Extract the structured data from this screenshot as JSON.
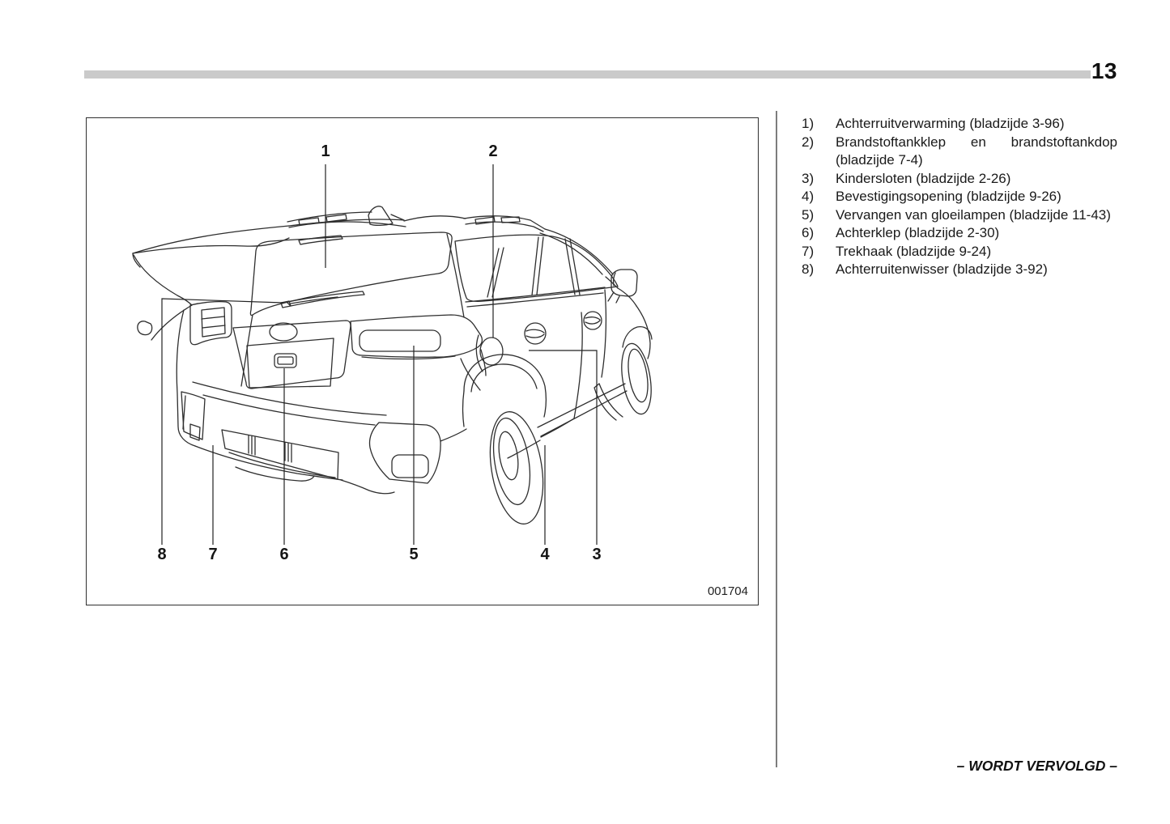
{
  "page": {
    "number": "13",
    "continued": "– WORDT VERVOLGD –"
  },
  "figure": {
    "code": "001704",
    "callouts": [
      {
        "label": "1"
      },
      {
        "label": "2"
      },
      {
        "label": "3"
      },
      {
        "label": "4"
      },
      {
        "label": "5"
      },
      {
        "label": "6"
      },
      {
        "label": "7"
      },
      {
        "label": "8"
      }
    ]
  },
  "legend": {
    "items": [
      {
        "num": "1)",
        "text": "Achterruitverwarming (bladzijde 3-96)"
      },
      {
        "num": "2)",
        "text": "Brandstoftankklep en brandstoftankdop (bladzijde 7-4)"
      },
      {
        "num": "3)",
        "text": "Kindersloten (bladzijde 2-26)"
      },
      {
        "num": "4)",
        "text": "Bevestigingsopening (bladzijde 9-26)"
      },
      {
        "num": "5)",
        "text": "Vervangen van gloeilampen (bladzijde 11-43)"
      },
      {
        "num": "6)",
        "text": "Achterklep (bladzijde 2-30)"
      },
      {
        "num": "7)",
        "text": "Trekhaak (bladzijde 9-24)"
      },
      {
        "num": "8)",
        "text": "Achterruitenwisser (bladzijde 3-92)"
      }
    ]
  }
}
